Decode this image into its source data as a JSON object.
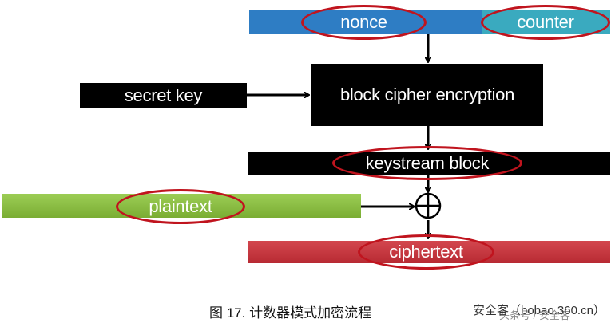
{
  "colors": {
    "blue_bar": "#2e7dc4",
    "teal_fill": "#3aaabf",
    "black": "#000000",
    "green_bar": "#84b83a",
    "red_bar": "#c8363e",
    "highlight_ring": "#c0141e"
  },
  "diagram": {
    "nonce": "nonce",
    "counter": "counter",
    "secret_key": "secret key",
    "block_cipher": "block cipher encryption",
    "keystream": "keystream block",
    "plaintext": "plaintext",
    "ciphertext": "ciphertext",
    "xor_symbol": "xor-icon"
  },
  "caption": {
    "text": "图 17. 计数器模式加密流程",
    "source": "安全客（bobao.360.cn）"
  },
  "watermark": "头条号 / 安全客"
}
